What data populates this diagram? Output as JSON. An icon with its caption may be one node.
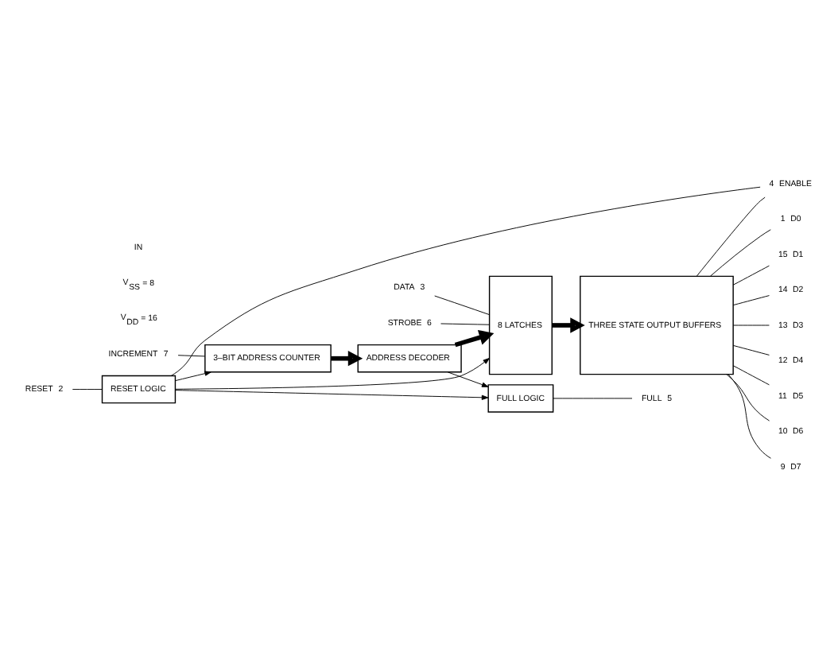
{
  "diagram": {
    "nodes": [
      {
        "text": [
          "RESET"
        ],
        "beside": [
          "2"
        ]
      },
      {
        "text": [
          "RESET LOGIC"
        ]
      },
      {
        "text": [
          "ENABLE"
        ],
        "beside": [
          "4"
        ]
      },
      {
        "text": [
          "DATA"
        ],
        "beside": [
          "3"
        ]
      },
      {
        "text": [
          "STROBE"
        ],
        "beside": [
          "6"
        ]
      },
      {
        "text": [
          "3–BIT ADDRESS COUNTER"
        ]
      },
      {
        "text": [
          "ADDRESS DECODER"
        ]
      },
      {
        "text": [
          "8 LATCHES"
        ]
      },
      {
        "text": [
          "THREE STATE OUTPUT BUFFERS"
        ]
      },
      {
        "text": [
          "D0"
        ],
        "beside": [
          "1"
        ]
      },
      {
        "text": [
          "D1"
        ],
        "beside": [
          "15"
        ]
      },
      {
        "text": [
          "D2"
        ],
        "beside": [
          "14"
        ]
      },
      {
        "text": [
          "D3"
        ],
        "beside": [
          "13"
        ]
      },
      {
        "text": [
          "D4"
        ],
        "beside": [
          "12"
        ]
      },
      {
        "text": [
          "D5"
        ],
        "beside": [
          "11"
        ]
      },
      {
        "text": [
          "D6"
        ],
        "beside": [
          "10"
        ]
      },
      {
        "text": [
          "D7"
        ],
        "beside": [
          "9"
        ]
      },
      {
        "text": [
          "INCREMENT"
        ],
        "beside": [
          "7"
        ]
      },
      {
        "text": [
          "FULL LOGIC"
        ]
      },
      {
        "text": [
          "FULL"
        ],
        "beside": [
          "5"
        ]
      }
    ],
    "edges": [
      {
        "from": 0,
        "to": 1,
        "arrow": "none"
      },
      {
        "from": 2,
        "to": 1,
        "arrow": "none"
      },
      {
        "from": 2,
        "to": 8,
        "arrow": "none"
      },
      {
        "from": 1,
        "to": 5,
        "arrow": "to"
      },
      {
        "from": 1,
        "to": 7,
        "arrow": "to"
      },
      {
        "from": 1,
        "to": 18,
        "arrow": "to"
      },
      {
        "from": 3,
        "to": 7,
        "arrow": "none"
      },
      {
        "from": 4,
        "to": 7,
        "arrow": "none"
      },
      {
        "from": 17,
        "to": 5,
        "arrow": "none"
      },
      {
        "from": 5,
        "to": 6,
        "arrow": "to",
        "style": "thick"
      },
      {
        "from": 6,
        "to": 7,
        "arrow": "to",
        "style": "thick"
      },
      {
        "from": 6,
        "to": 18,
        "arrow": "to"
      },
      {
        "from": 7,
        "to": 8,
        "arrow": "to",
        "style": "thick"
      },
      {
        "from": 8,
        "to": 9,
        "arrow": "none"
      },
      {
        "from": 8,
        "to": 10,
        "arrow": "none"
      },
      {
        "from": 8,
        "to": 11,
        "arrow": "none"
      },
      {
        "from": 8,
        "to": 12,
        "arrow": "none"
      },
      {
        "from": 8,
        "to": 13,
        "arrow": "none"
      },
      {
        "from": 8,
        "to": 14,
        "arrow": "none"
      },
      {
        "from": 8,
        "to": 15,
        "arrow": "none"
      },
      {
        "from": 8,
        "to": 16,
        "arrow": "none"
      },
      {
        "from": 18,
        "to": 19,
        "arrow": "none"
      }
    ],
    "labels": [
      "V$_{DD}$ = 16",
      "V$_{SS}$ = 8",
      "IN"
    ]
  }
}
